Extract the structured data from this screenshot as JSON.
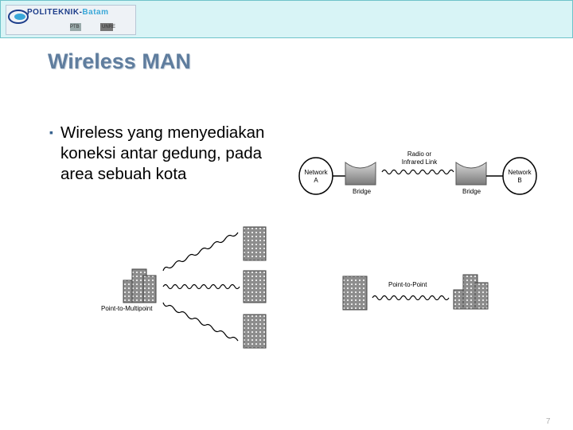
{
  "header": {
    "logo_text_main": "POLITEKNIK",
    "logo_text_accent": "Batam",
    "logo_sub_left": "PTB",
    "logo_sub_right": "UNRE"
  },
  "slide": {
    "title": "Wireless MAN",
    "bullet": "Wireless yang menyediakan koneksi antar gedung, pada area sebuah kota",
    "page_number": "7"
  },
  "diagram": {
    "network_a_line1": "Network",
    "network_a_line2": "A",
    "network_b_line1": "Network",
    "network_b_line2": "B",
    "link_label_line1": "Radio or",
    "link_label_line2": "Infrared Link",
    "bridge_left": "Bridge",
    "bridge_right": "Bridge",
    "ptmp_label": "Point-to-Multipoint",
    "ptp_label": "Point-to-Point"
  },
  "colors": {
    "title": "#5f7d9e",
    "topbar": "#d8f4f6",
    "bullet": "#39638f"
  }
}
